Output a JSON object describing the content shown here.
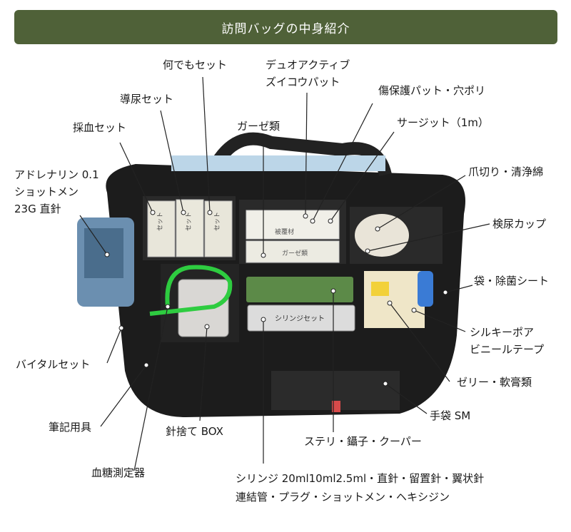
{
  "header": {
    "title": "訪問バッグの中身紹介"
  },
  "photo": {
    "subject": "black-nursing-bag-with-compartments"
  },
  "labels": {
    "nandemo": "何でもセット",
    "duo_1": "デュオアクティブ",
    "duo_2": "ズイコウパット",
    "kizu": "傷保護パット・穴ポリ",
    "donyo": "導尿セット",
    "saiketsu": "採血セット",
    "gauze": "ガーゼ類",
    "surgit": "サージット（1m）",
    "adre_1": "アドレナリン 0.1",
    "adre_2": "ショットメン",
    "adre_3": "23G 直針",
    "tsume": "爪切り・清浄綿",
    "kennyo": "検尿カップ",
    "fukuro": "袋・除菌シート",
    "silky_1": "シルキーポア",
    "silky_2": "ビニールテープ",
    "vital": "バイタルセット",
    "jelly": "ゼリー・軟膏類",
    "tebukuro": "手袋 SM",
    "hikki": "筆記用具",
    "harisute": "針捨て BOX",
    "steri": "ステリ・鑷子・クーパー",
    "kettou": "血糖測定器",
    "syringe_1": "シリンジ 20ml10ml2.5ml・直針・留置針・翼状針",
    "syringe_2": "連結管・プラグ・ショットメン・ヘキシジン"
  },
  "inner_text": {
    "box_a": "セット",
    "box_b": "セット",
    "box_c": "セット",
    "gauze_box": "被覆材",
    "gauze_box2": "ガーゼ類",
    "syringe_box": "シリンジセット"
  },
  "colors": {
    "banner": "#4f6138",
    "bag": "#1c1c1c",
    "tube": "#2ecc40",
    "green_case": "#5c8a48",
    "blue_bag": "#6b8fb0"
  }
}
